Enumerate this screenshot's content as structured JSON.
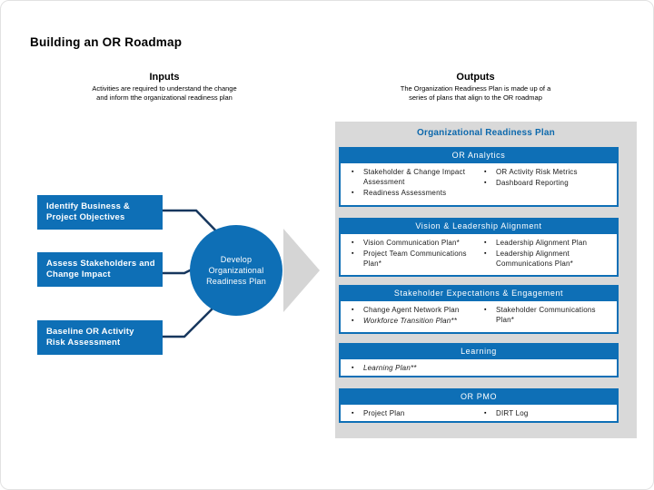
{
  "slide": {
    "title": "Building an OR Roadmap"
  },
  "inputs": {
    "title": "Inputs",
    "description_line1": "Activities are required to understand the change",
    "description_line2": "and inform tthe organizational readiness plan"
  },
  "outputs": {
    "title": "Outputs",
    "description_line1": "The Organization Readiness Plan is made up of a",
    "description_line2": "series of plans that align to the OR roadmap"
  },
  "process": {
    "steps": [
      "Identify Business & Project Objectives",
      "Assess Stakeholders and Change Impact",
      "Baseline OR Activity Risk Assessment"
    ],
    "hub_label": "Develop Organizational Readiness Plan"
  },
  "plan_panel": {
    "title": "Organizational Readiness Plan",
    "sections": [
      {
        "header": "OR Analytics",
        "left_items": [
          "Stakeholder & Change Impact Assessment",
          "Readiness Assessments"
        ],
        "right_items": [
          "OR Activity Risk Metrics",
          "Dashboard Reporting"
        ]
      },
      {
        "header": "Vision & Leadership Alignment",
        "left_items": [
          "Vision Communication Plan*",
          "Project Team Communications Plan*"
        ],
        "right_items": [
          "Leadership Alignment Plan",
          "Leadership Alignment Communications Plan*"
        ]
      },
      {
        "header": "Stakeholder Expectations & Engagement",
        "left_items": [
          "Change Agent Network Plan",
          "Workforce Transition Plan**"
        ],
        "right_items": [
          "Stakeholder Communications Plan*"
        ]
      },
      {
        "header": "Learning",
        "left_items": [
          "Learning Plan**"
        ],
        "right_items": []
      },
      {
        "header": "OR PMO",
        "left_items": [
          "Project Plan"
        ],
        "right_items": [
          "DIRT Log"
        ]
      }
    ]
  },
  "colors": {
    "accent_blue": "#0E6FB6",
    "dark_navy": "#17375E",
    "panel_gray": "#D9D9D9",
    "arrow_gray": "#D5D5D5",
    "title_blue": "#0C68AC"
  }
}
